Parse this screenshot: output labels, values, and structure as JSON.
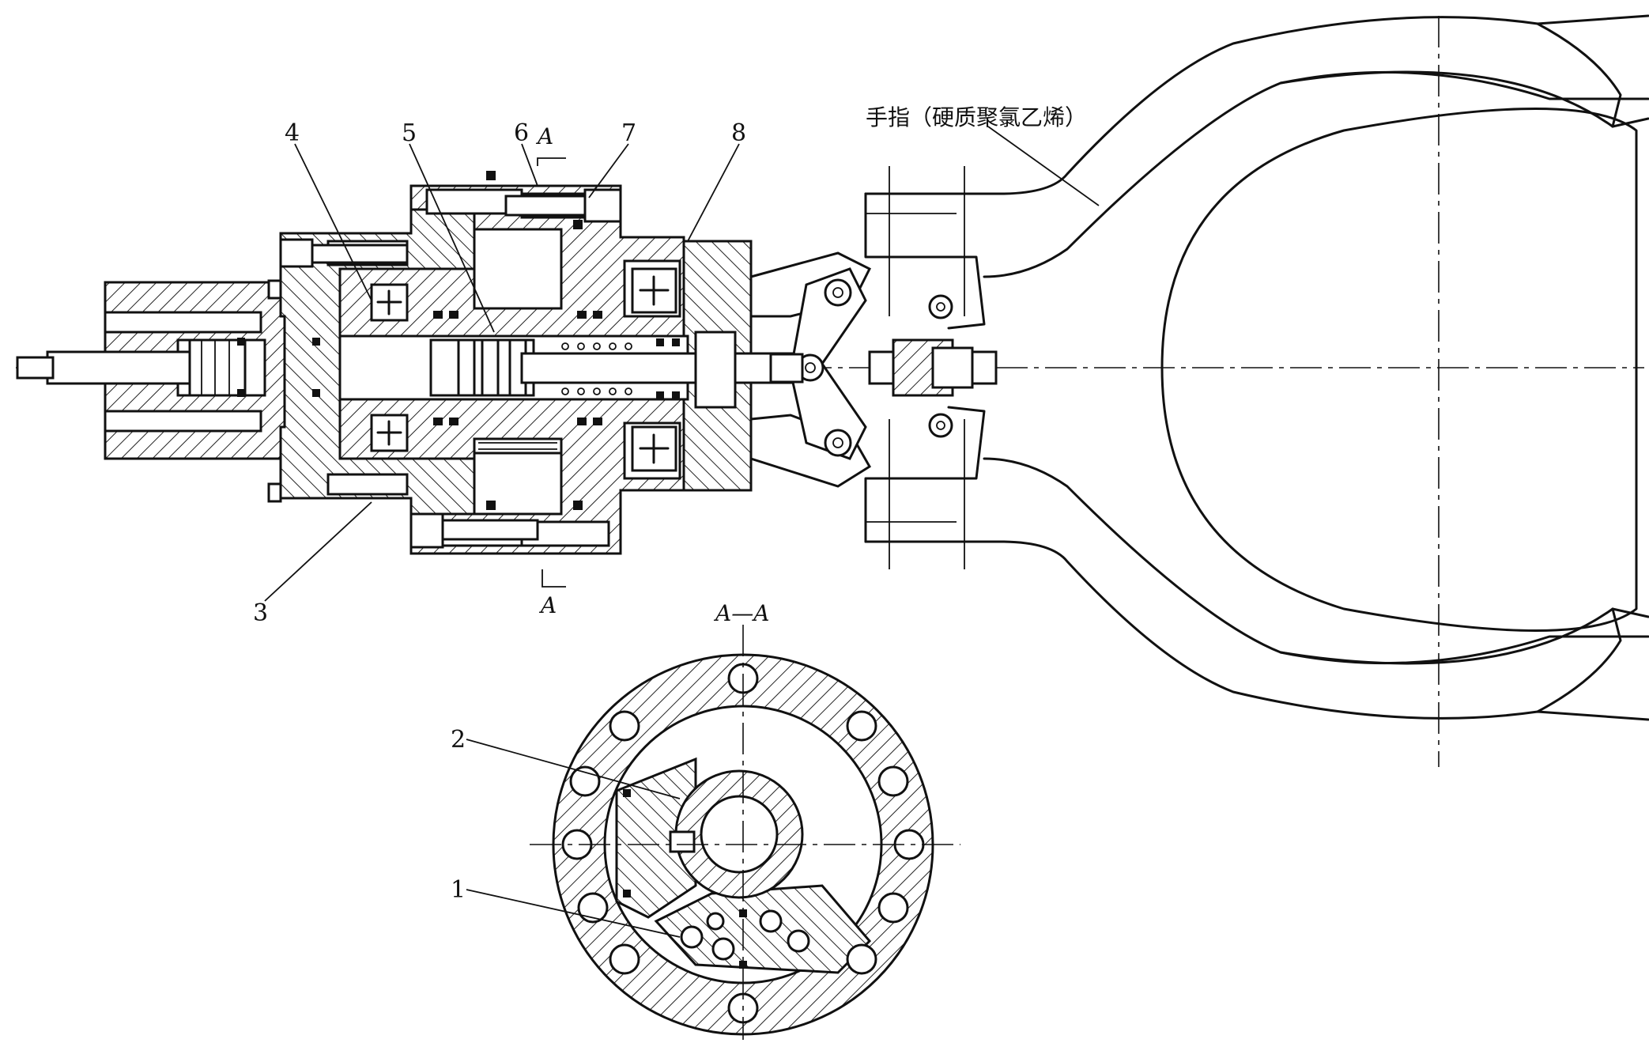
{
  "labels": {
    "part_1": "1",
    "part_2": "2",
    "part_3": "3",
    "part_4": "4",
    "part_5": "5",
    "part_6": "6",
    "part_7": "7",
    "part_8": "8",
    "finger": "手指（硬质聚氯乙烯）",
    "section_mark_top": "A",
    "section_mark_bottom": "A",
    "section_view_title": "A—A"
  },
  "icons": [
    "plus-marker-icon",
    "screw-icon",
    "seal-ring-icon"
  ]
}
